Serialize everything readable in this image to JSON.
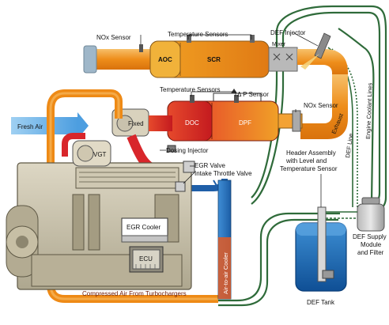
{
  "labels": {
    "nox_sensor_top": "NOx Sensor",
    "temperature_sensors_top": "Temperature Sensors",
    "def_injector": "DEF Injector",
    "aoc": "AOC",
    "scr": "SCR",
    "mixer": "Mixer",
    "temperature_sensors_mid": "Temperature Sensors",
    "p_sensor": "Δ P Sensor",
    "nox_sensor_mid": "NOx Sensor",
    "fresh_air": "Fresh Air",
    "fixed": "Fixed",
    "doc": "DOC",
    "dpf": "DPF",
    "vgt": "VGT",
    "dosing_injector": "Dosing Injector",
    "egr_valve": "EGR Valve",
    "intake_throttle_valve": "Intake Throttle Valve",
    "exhaust": "Exhaust",
    "def_line": "DEF Line",
    "engine_coolant_lines": "Engine Coolant Lines",
    "header_assembly_1": "Header Assembly",
    "header_assembly_2": "with Level and",
    "header_assembly_3": "Temperature Sensor",
    "egr_cooler": "EGR Cooler",
    "ecu": "ECU",
    "air_to_air_cooler": "Air-to-air Cooler",
    "compressed_air": "Compressed Air From Turbochargers",
    "def_tank": "DEF Tank",
    "def_supply_1": "DEF Supply",
    "def_supply_2": "Module",
    "def_supply_3": "and Filter"
  },
  "colors": {
    "exhaust_orange": "#f39a1e",
    "hot_red": "#d8262b",
    "cool_blue": "#1f5fa8",
    "coolant_green": "#2f6b3a",
    "def_tank_blue": "#1b6fb8",
    "engine_beige": "#c9c2ad"
  }
}
